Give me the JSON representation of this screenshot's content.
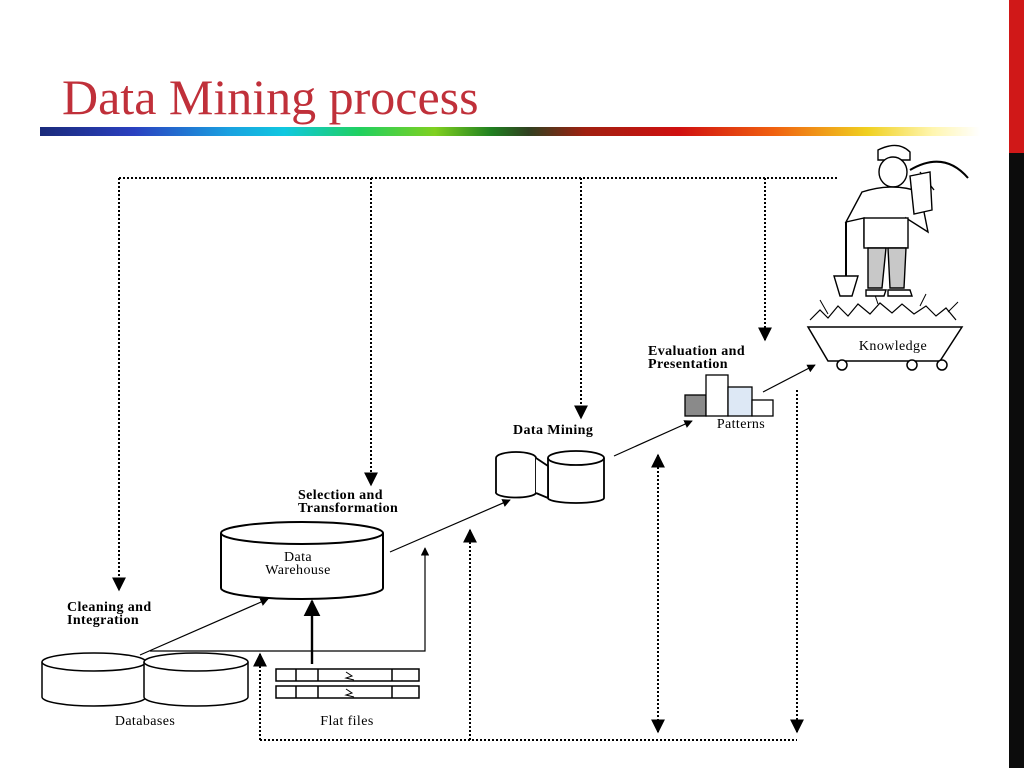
{
  "slide": {
    "title": "Data Mining process"
  },
  "diagram": {
    "cleaning_line1": "Cleaning and",
    "cleaning_line2": "Integration",
    "databases": "Databases",
    "flat_files": "Flat files",
    "warehouse_line1": "Data",
    "warehouse_line2": "Warehouse",
    "selection_line1": "Selection and",
    "selection_line2": "Transformation",
    "data_mining": "Data Mining",
    "evaluation_line1": "Evaluation and",
    "evaluation_line2": "Presentation",
    "patterns": "Patterns",
    "knowledge": "Knowledge"
  }
}
